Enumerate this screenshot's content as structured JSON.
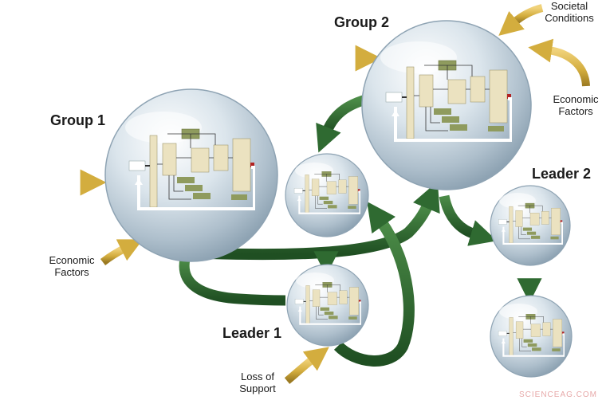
{
  "labels": {
    "group1": "Group 1",
    "group2": "Group 2",
    "leader1": "Leader 1",
    "leader2": "Leader 2",
    "societal_line1": "Societal",
    "societal_line2": "Conditions",
    "econ_right_line1": "Economic",
    "econ_right_line2": "Factors",
    "econ_left_line1": "Economic",
    "econ_left_line2": "Factors",
    "loss_line1": "Loss of",
    "loss_line2": "Support"
  },
  "watermark": "SCIENCEAG.COM",
  "colors": {
    "gold_arrow": "#d9b647",
    "green_arrow": "#2e6b30",
    "sphere_edge": "#9ab0c0",
    "flow_box": "#ebe2c0",
    "flow_box_alt": "#8f9b5e"
  }
}
